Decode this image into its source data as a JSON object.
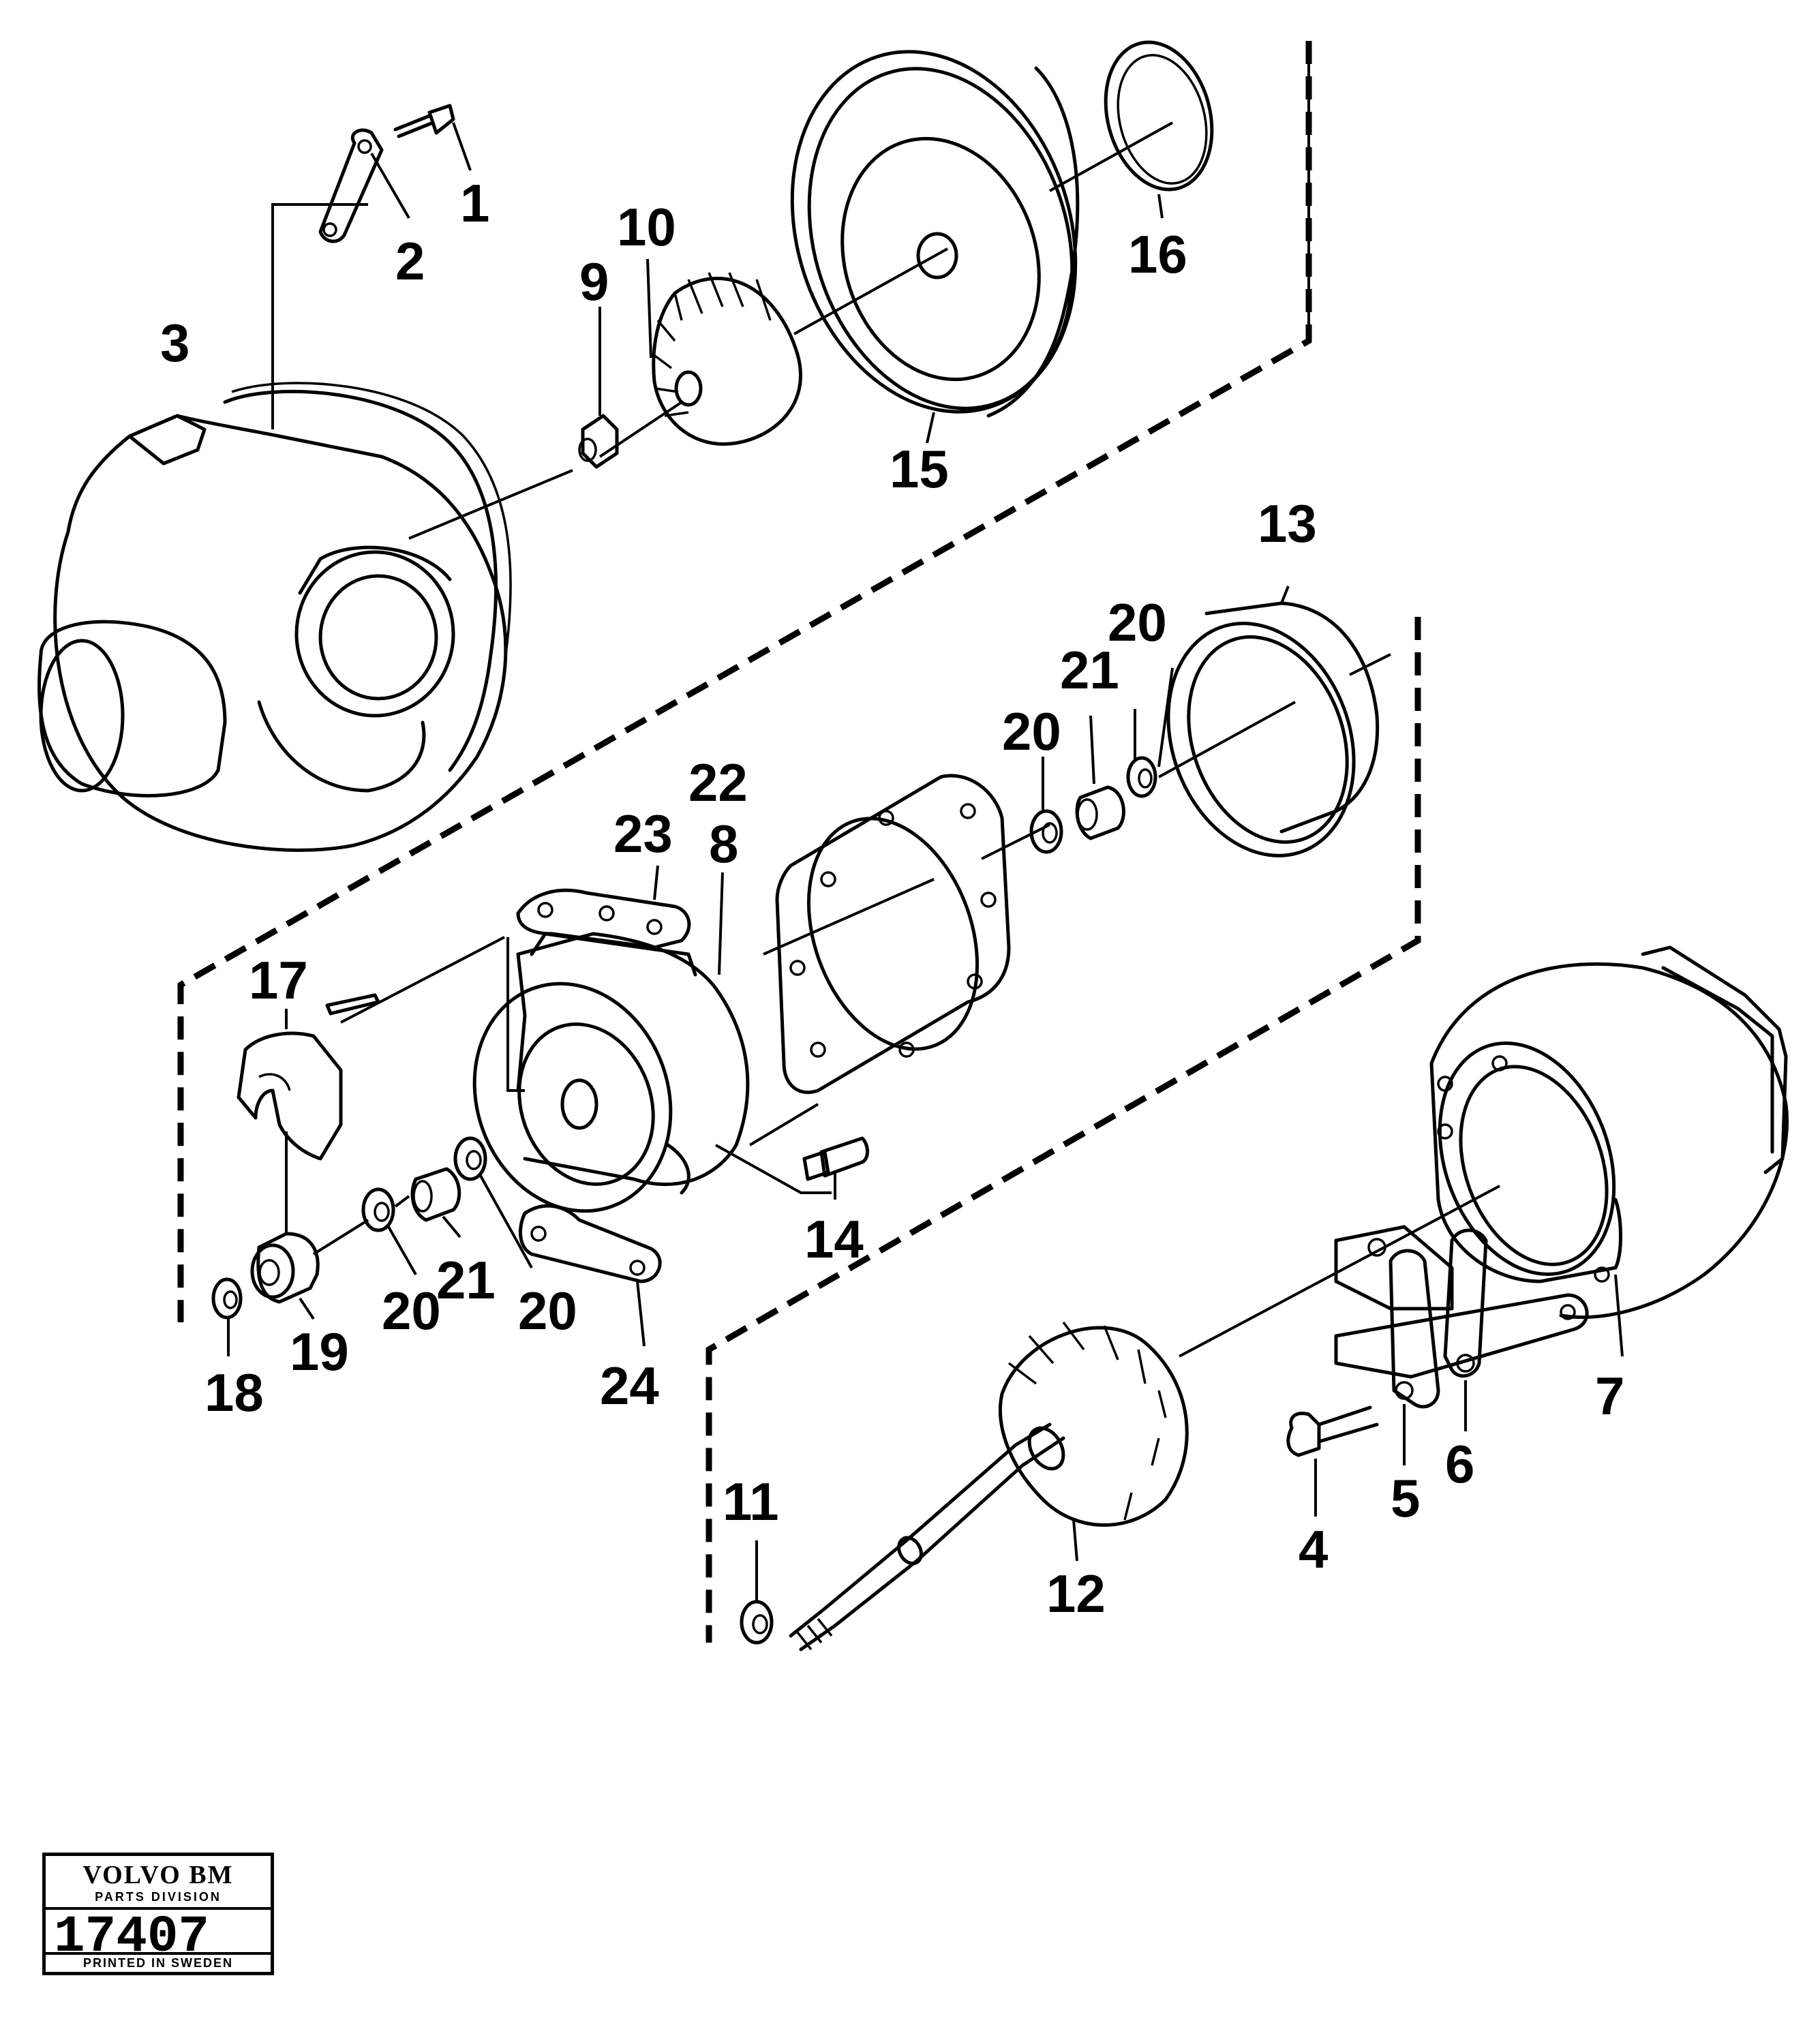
{
  "diagram": {
    "callouts": [
      "1",
      "2",
      "3",
      "9",
      "10",
      "15",
      "16",
      "13",
      "20",
      "21",
      "20",
      "22",
      "23",
      "8",
      "17",
      "14",
      "21",
      "20",
      "20",
      "19",
      "18",
      "24",
      "11",
      "12",
      "4",
      "5",
      "6",
      "7"
    ]
  },
  "stamp": {
    "brand": "VOLVO BM",
    "division": "PARTS DIVISION",
    "number": "17407",
    "printed": "PRINTED IN SWEDEN"
  }
}
